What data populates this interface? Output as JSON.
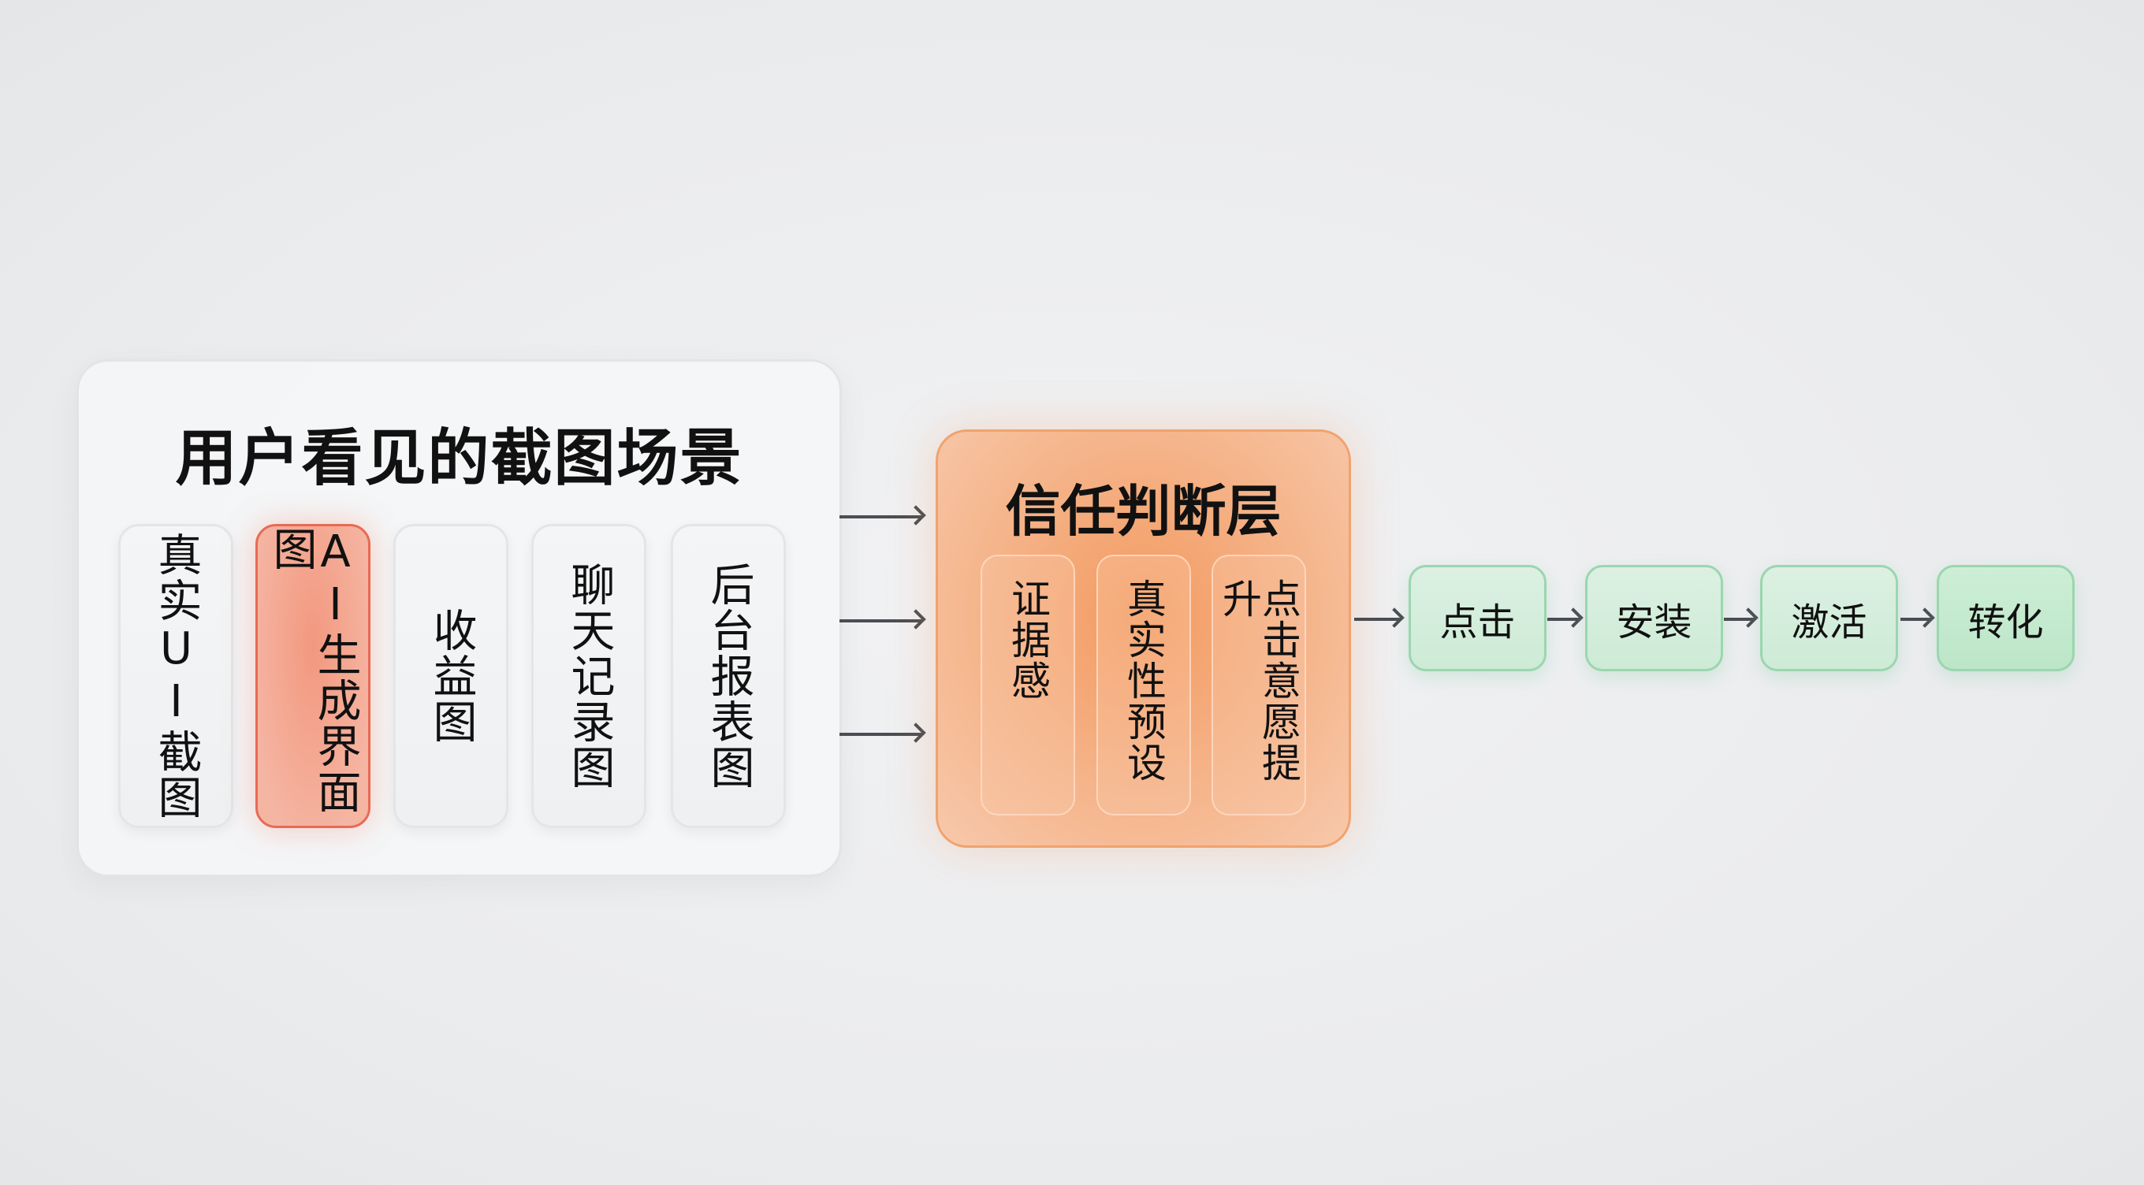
{
  "left_panel": {
    "title": "用户看见的截图场景",
    "cards": [
      {
        "label": "真实UI截图",
        "highlighted": false
      },
      {
        "label": "AI生成界面图",
        "highlighted": true
      },
      {
        "label": "收益图",
        "highlighted": false
      },
      {
        "label": "聊天记录图",
        "highlighted": false
      },
      {
        "label": "后台报表图",
        "highlighted": false
      }
    ]
  },
  "middle_panel": {
    "title": "信任判断层",
    "cards": [
      {
        "label": "证据感"
      },
      {
        "label": "真实性预设"
      },
      {
        "label": "点击意愿提升"
      }
    ]
  },
  "funnel": {
    "steps": [
      {
        "label": "点击"
      },
      {
        "label": "安装"
      },
      {
        "label": "激活"
      },
      {
        "label": "转化"
      }
    ]
  },
  "colors": {
    "highlight": "#e86a55",
    "trust_layer": "#f39a5f",
    "funnel_green": "#9ad6ae",
    "arrow": "#4a4d52"
  }
}
